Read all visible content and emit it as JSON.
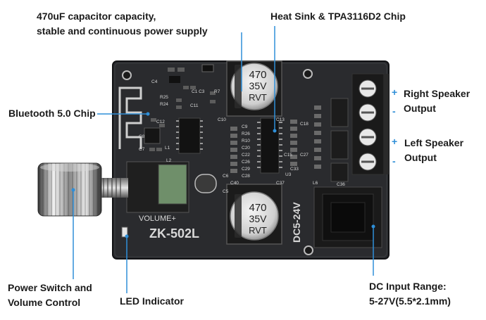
{
  "callouts": {
    "capacitor": {
      "line1": "470uF capacitor capacity,",
      "line2": "stable and continuous power supply"
    },
    "heatsink": "Heat Sink & TPA3116D2 Chip",
    "bluetooth": "Bluetooth 5.0 Chip",
    "right_speaker": {
      "line1": "Right Speaker",
      "line2": "Output"
    },
    "left_speaker": {
      "line1": "Left Speaker",
      "line2": "Output"
    },
    "power_switch": {
      "line1": "Power Switch and",
      "line2": "Volume Control"
    },
    "led": "LED Indicator",
    "dc_input": {
      "line1": "DC Input Range:",
      "line2": "5-27V(5.5*2.1mm)"
    }
  },
  "board": {
    "model": "ZK-502L",
    "volume_label": "VOLUME+",
    "voltage_label": "DC5-24V",
    "capacitor_top": {
      "line1": "470",
      "line2": "35V",
      "line3": "RVT"
    },
    "capacitor_bottom": {
      "line1": "470",
      "line2": "35V",
      "line3": "RVT"
    },
    "polarity_plus_1": "+",
    "polarity_minus_1": "-",
    "polarity_plus_2": "+",
    "polarity_minus_2": "-",
    "silk": {
      "c4": "C4",
      "r25": "R25",
      "r24": "R24",
      "c1c3": "C1 C3",
      "r7": "R7",
      "c11": "C11",
      "c12": "C12",
      "c8": "C8",
      "c7": "C7",
      "l1": "L1",
      "l2": "L2",
      "c10": "C10",
      "c9": "C9",
      "r26": "R26",
      "r10": "R10",
      "c20": "C20",
      "c22": "C22",
      "c26": "C26",
      "c29": "C29",
      "c28": "C28",
      "c40": "C40",
      "c5": "C5",
      "c6": "C6",
      "c13": "C13",
      "c18": "C18",
      "c15": "C15",
      "c27": "C27",
      "c33": "C33",
      "u3": "U3",
      "c37": "C37",
      "l6": "L6",
      "c36": "C36"
    }
  },
  "colors": {
    "board": "#2a2b2e",
    "board_edge": "#111214",
    "terminal_block": "#1a1a1a",
    "lcd": "#6f8f6a",
    "callout_line": "#2f8fd8"
  }
}
